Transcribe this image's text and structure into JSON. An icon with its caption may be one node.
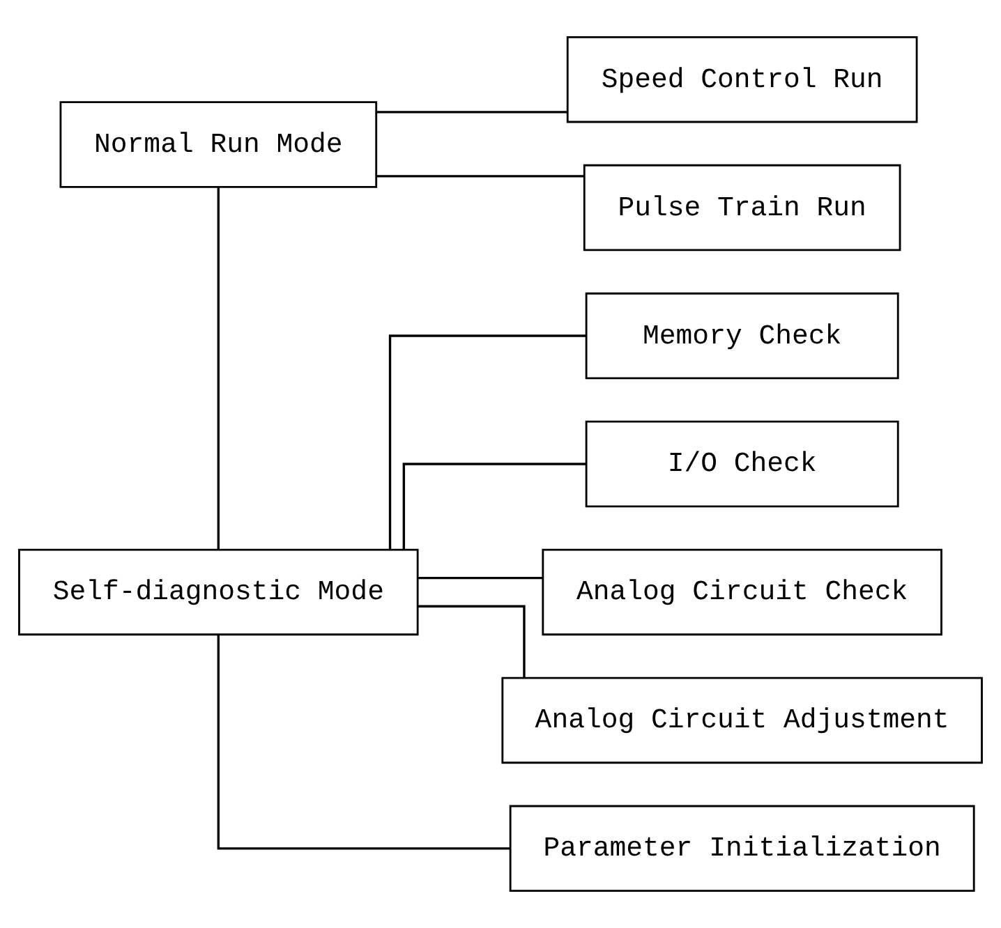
{
  "diagram": {
    "nodes": [
      {
        "text": [
          "Normal Run Mode"
        ]
      },
      {
        "text": [
          "Speed Control Run"
        ]
      },
      {
        "text": [
          "Pulse Train Run"
        ]
      },
      {
        "text": [
          "Self-diagnostic Mode"
        ]
      },
      {
        "text": [
          "Memory Check"
        ]
      },
      {
        "text": [
          "I/O Check"
        ]
      },
      {
        "text": [
          "Analog Circuit Check"
        ]
      },
      {
        "text": [
          "Analog Circuit Adjustment"
        ]
      },
      {
        "text": [
          "Parameter Initialization"
        ]
      }
    ],
    "edges": [
      {
        "from": 0,
        "to": 3,
        "arrow": "none"
      },
      {
        "from": 0,
        "to": 1,
        "arrow": "none"
      },
      {
        "from": 0,
        "to": 2,
        "arrow": "none"
      },
      {
        "from": 3,
        "to": 4,
        "arrow": "none"
      },
      {
        "from": 3,
        "to": 5,
        "arrow": "none"
      },
      {
        "from": 3,
        "to": 6,
        "arrow": "none"
      },
      {
        "from": 3,
        "to": 7,
        "arrow": "none"
      },
      {
        "from": 3,
        "to": 8,
        "arrow": "none"
      }
    ]
  }
}
